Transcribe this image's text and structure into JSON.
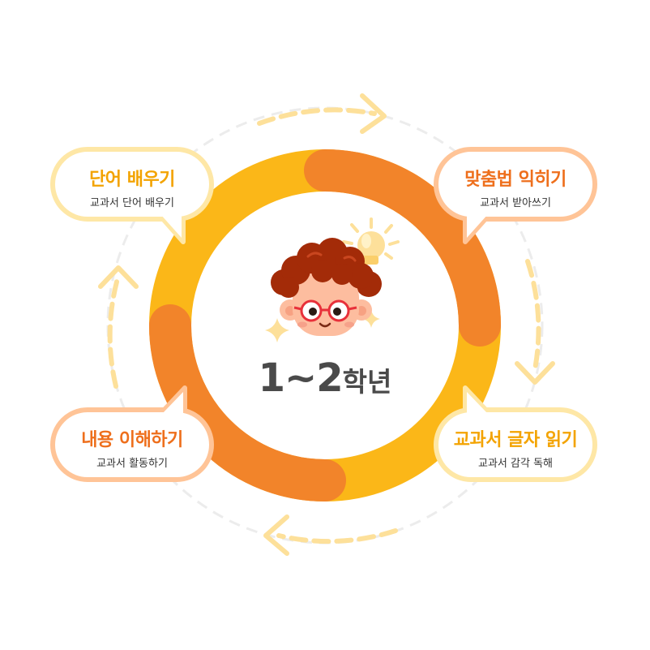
{
  "center": {
    "grade_number": "1~2",
    "grade_suffix": "학년"
  },
  "steps": [
    {
      "title": "단어 배우기",
      "subtitle": "교과서 단어 배우기"
    },
    {
      "title": "맞춤법 익히기",
      "subtitle": "교과서 받아쓰기"
    },
    {
      "title": "교과서 글자 읽기",
      "subtitle": "교과서 감각 독해"
    },
    {
      "title": "내용 이해하기",
      "subtitle": "교과서 활동하기"
    }
  ],
  "colors": {
    "ring_orange": "#f2842a",
    "ring_yellow": "#fbb718",
    "arrow": "#fde09a",
    "bubble_yellow_border": "#fee7a6",
    "bubble_orange_border": "#ffc497",
    "hair": "#a32b08",
    "face": "#fdbd9f",
    "glasses": "#e8303a"
  }
}
